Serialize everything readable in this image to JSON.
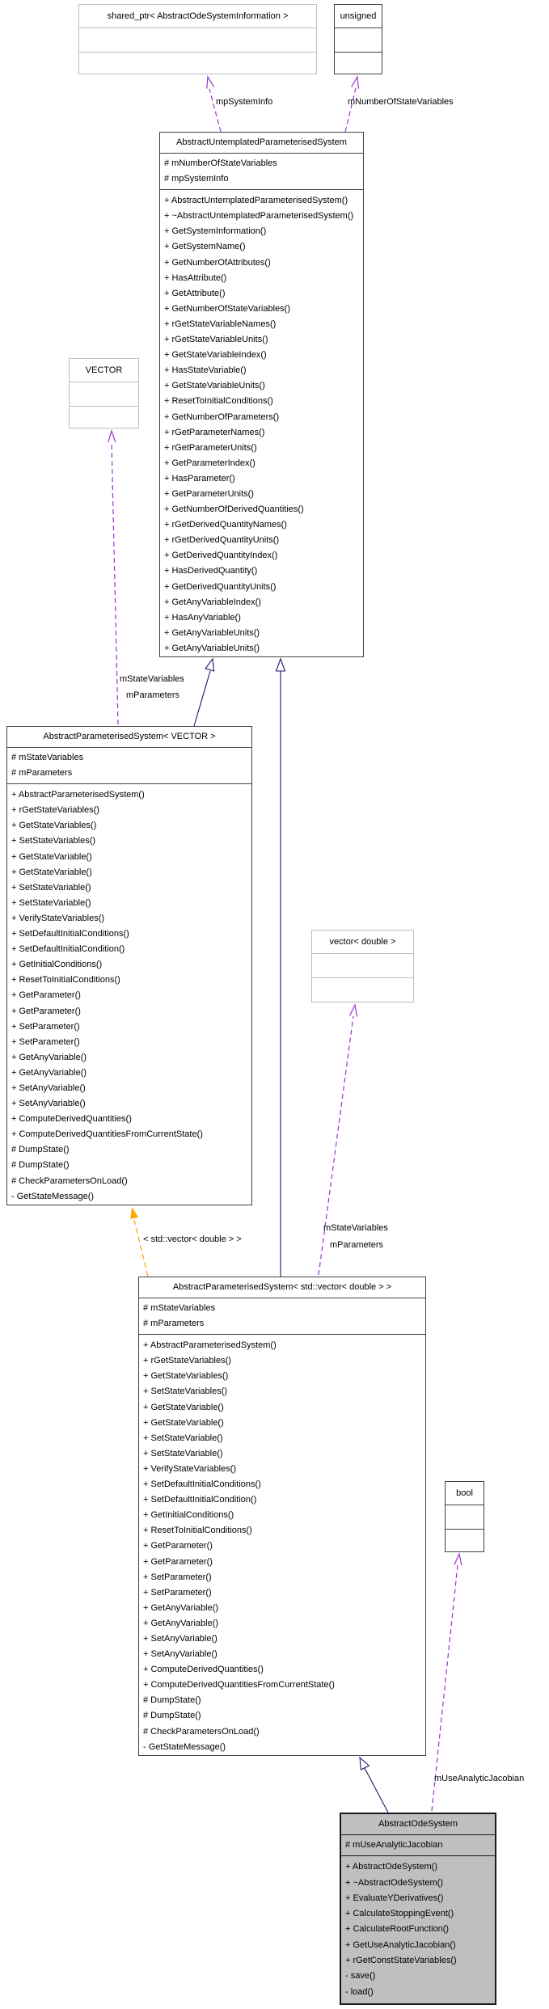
{
  "diagram": {
    "colors": {
      "inheritance": "#191970",
      "usage": "#9A32CD",
      "template_arrow": "#FFA500",
      "focus_fill": "#BFBFBF",
      "muted_border": "#BEBEBE",
      "box_border": "#404040"
    },
    "boxes": {
      "shared_ptr_info": {
        "title": "shared_ptr< AbstractOdeSystemInformation >"
      },
      "unsigned_type": {
        "title": "unsigned"
      },
      "untemplated": {
        "title": "AbstractUntemplatedParameterisedSystem",
        "attributes": [
          "# mNumberOfStateVariables",
          "# mpSystemInfo"
        ],
        "methods": [
          "+ AbstractUntemplatedParameterisedSystem()",
          "+ ~AbstractUntemplatedParameterisedSystem()",
          "+ GetSystemInformation()",
          "+ GetSystemName()",
          "+ GetNumberOfAttributes()",
          "+ HasAttribute()",
          "+ GetAttribute()",
          "+ GetNumberOfStateVariables()",
          "+ rGetStateVariableNames()",
          "+ rGetStateVariableUnits()",
          "+ GetStateVariableIndex()",
          "+ HasStateVariable()",
          "+ GetStateVariableUnits()",
          "+ ResetToInitialConditions()",
          "+ GetNumberOfParameters()",
          "+ rGetParameterNames()",
          "+ rGetParameterUnits()",
          "+ GetParameterIndex()",
          "+ HasParameter()",
          "+ GetParameterUnits()",
          "+ GetNumberOfDerivedQuantities()",
          "+ rGetDerivedQuantityNames()",
          "+ rGetDerivedQuantityUnits()",
          "+ GetDerivedQuantityIndex()",
          "+ HasDerivedQuantity()",
          "+ GetDerivedQuantityUnits()",
          "+ GetAnyVariableIndex()",
          "+ HasAnyVariable()",
          "+ GetAnyVariableUnits()",
          "+ GetAnyVariableUnits()"
        ]
      },
      "vector_t": {
        "title": "VECTOR"
      },
      "param_vector": {
        "title": "AbstractParameterisedSystem< VECTOR >",
        "attributes": [
          "# mStateVariables",
          "# mParameters"
        ],
        "methods": [
          "+ AbstractParameterisedSystem()",
          "+ rGetStateVariables()",
          "+ GetStateVariables()",
          "+ SetStateVariables()",
          "+ GetStateVariable()",
          "+ GetStateVariable()",
          "+ SetStateVariable()",
          "+ SetStateVariable()",
          "+ VerifyStateVariables()",
          "+ SetDefaultInitialConditions()",
          "+ SetDefaultInitialCondition()",
          "+ GetInitialConditions()",
          "+ ResetToInitialConditions()",
          "+ GetParameter()",
          "+ GetParameter()",
          "+ SetParameter()",
          "+ SetParameter()",
          "+ GetAnyVariable()",
          "+ GetAnyVariable()",
          "+ SetAnyVariable()",
          "+ SetAnyVariable()",
          "+ ComputeDerivedQuantities()",
          "+ ComputeDerivedQuantitiesFromCurrentState()",
          "# DumpState()",
          "# DumpState()",
          "# CheckParametersOnLoad()",
          "- GetStateMessage()"
        ]
      },
      "vector_double": {
        "title": "vector< double >"
      },
      "param_std_vector": {
        "title": "AbstractParameterisedSystem< std::vector< double > >",
        "attributes": [
          "# mStateVariables",
          "# mParameters"
        ],
        "methods": [
          "+ AbstractParameterisedSystem()",
          "+ rGetStateVariables()",
          "+ GetStateVariables()",
          "+ SetStateVariables()",
          "+ GetStateVariable()",
          "+ GetStateVariable()",
          "+ SetStateVariable()",
          "+ SetStateVariable()",
          "+ VerifyStateVariables()",
          "+ SetDefaultInitialConditions()",
          "+ SetDefaultInitialCondition()",
          "+ GetInitialConditions()",
          "+ ResetToInitialConditions()",
          "+ GetParameter()",
          "+ GetParameter()",
          "+ SetParameter()",
          "+ SetParameter()",
          "+ GetAnyVariable()",
          "+ GetAnyVariable()",
          "+ SetAnyVariable()",
          "+ SetAnyVariable()",
          "+ ComputeDerivedQuantities()",
          "+ ComputeDerivedQuantitiesFromCurrentState()",
          "# DumpState()",
          "# DumpState()",
          "# CheckParametersOnLoad()",
          "- GetStateMessage()"
        ]
      },
      "bool_type": {
        "title": "bool"
      },
      "ode": {
        "title": "AbstractOdeSystem",
        "attributes": [
          "# mUseAnalyticJacobian"
        ],
        "methods": [
          "+ AbstractOdeSystem()",
          "+ ~AbstractOdeSystem()",
          "+ EvaluateYDerivatives()",
          "+ CalculateStoppingEvent()",
          "+ CalculateRootFunction()",
          "+ GetUseAnalyticJacobian()",
          "+ rGetConstStateVariables()",
          "- save()",
          "- load()"
        ]
      }
    },
    "edges": {
      "mp_system_info": {
        "label": "mpSystemInfo"
      },
      "m_num_state_vars": {
        "label": "mNumberOfStateVariables"
      },
      "vector_usage": {
        "labels": [
          "mStateVariables",
          "mParameters"
        ]
      },
      "template_instantiation": {
        "label": "< std::vector< double > >"
      },
      "vector_double_usage": {
        "labels": [
          "mStateVariables",
          "mParameters"
        ]
      },
      "bool_usage": {
        "label": "mUseAnalyticJacobian"
      }
    }
  }
}
